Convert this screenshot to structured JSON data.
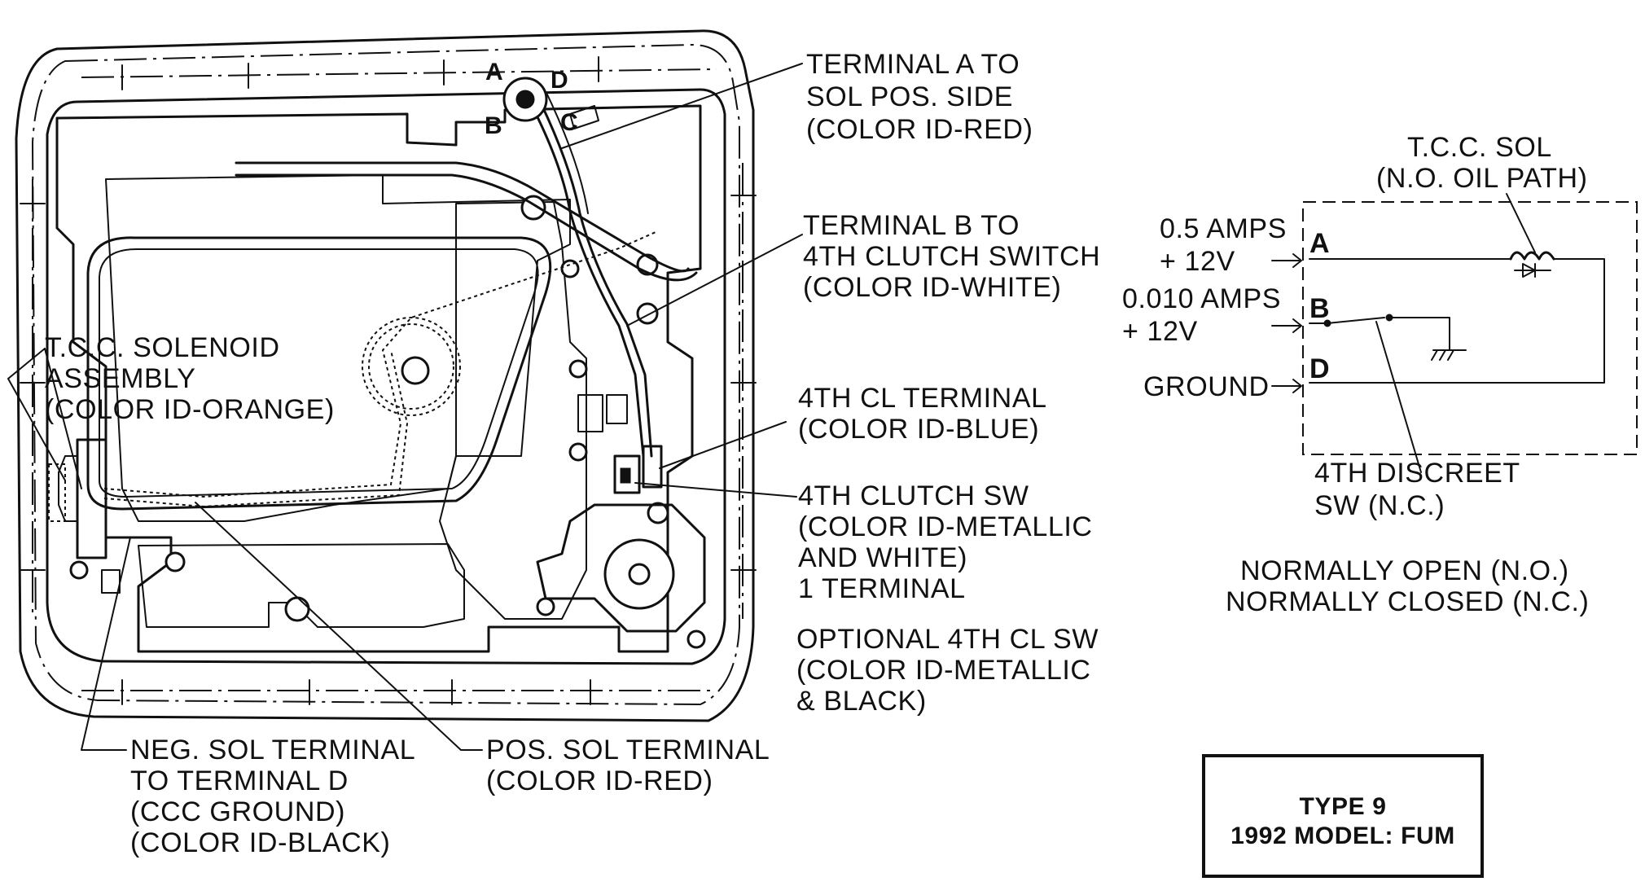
{
  "labels": {
    "terminal_a": [
      "TERMINAL A TO",
      "SOL POS. SIDE",
      "(COLOR ID-RED)"
    ],
    "terminal_b": [
      "TERMINAL B TO",
      "4TH CLUTCH SWITCH",
      "(COLOR ID-WHITE)"
    ],
    "tcc_solenoid": [
      "T.C.C. SOLENOID",
      "ASSEMBLY",
      "(COLOR ID-ORANGE)"
    ],
    "cl_terminal": [
      "4TH CL TERMINAL",
      "(COLOR ID-BLUE)"
    ],
    "clutch_sw": [
      "4TH CLUTCH SW",
      "(COLOR ID-METALLIC",
      "AND WHITE)",
      "1 TERMINAL"
    ],
    "optional_sw": [
      "OPTIONAL 4TH CL SW",
      "(COLOR ID-METALLIC",
      "& BLACK)"
    ],
    "neg_sol": [
      "NEG. SOL TERMINAL",
      "TO TERMINAL D",
      "(CCC GROUND)",
      "(COLOR ID-BLACK)"
    ],
    "pos_sol": [
      "POS. SOL TERMINAL",
      "(COLOR ID-RED)"
    ],
    "connector": {
      "a": "A",
      "b": "B",
      "c": "C",
      "d": "D"
    }
  },
  "schematic": {
    "sol_title": [
      "T.C.C. SOL",
      "(N.O. OIL PATH)"
    ],
    "input_a": [
      "0.5 AMPS",
      "+ 12V"
    ],
    "input_b": [
      "0.010 AMPS",
      "+ 12V"
    ],
    "ground": "GROUND",
    "pin_a": "A",
    "pin_b": "B",
    "pin_d": "D",
    "switch": [
      "4TH DISCREET",
      "SW (N.C.)"
    ],
    "legend": [
      "NORMALLY OPEN (N.O.)",
      "NORMALLY CLOSED (N.C.)"
    ]
  },
  "type_box": {
    "line1": "TYPE 9",
    "line2": "1992 MODEL: FUM"
  },
  "colors": {
    "ink": "#111111",
    "paper": "#ffffff"
  }
}
